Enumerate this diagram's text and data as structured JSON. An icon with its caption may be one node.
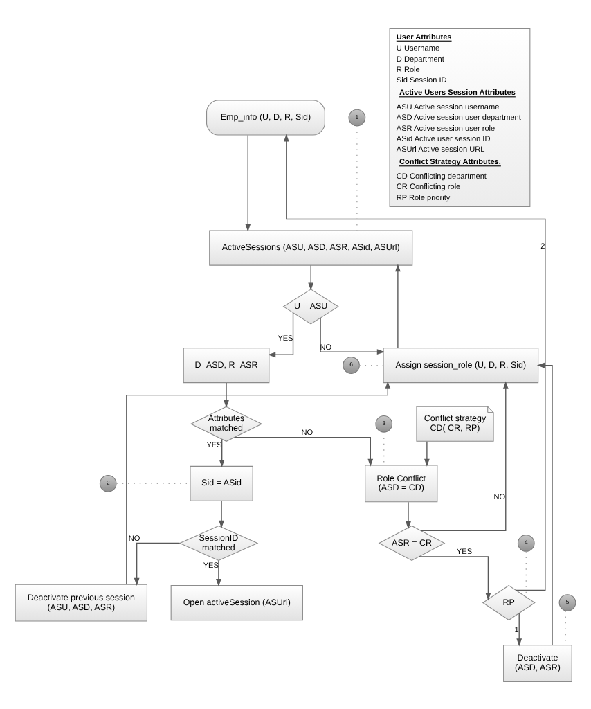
{
  "diagram": {
    "nodes": [
      {
        "text": [
          "Emp_info (U, D, R, Sid)"
        ]
      },
      {
        "text": [
          "1"
        ]
      },
      {
        "text": [
          "ActiveSessions (ASU, ASD, ASR, ASid, ASUrl)"
        ]
      },
      {
        "text": [
          "Assign session_role (U, D, R, Sid)"
        ]
      },
      {
        "text": [
          "U = ASU"
        ]
      },
      {
        "text": [
          "6"
        ]
      },
      {
        "text": [
          "D=ASD, R=ASR"
        ]
      },
      {
        "text": [
          "3"
        ]
      },
      {
        "text": [
          "Role Conflict (ASD = CD)"
        ]
      },
      {
        "text": [
          "Conflict strategy CD( CR, RP)"
        ]
      },
      {
        "text": [
          "Attributes matched"
        ]
      },
      {
        "text": [
          "ASR = CR"
        ]
      },
      {
        "text": [
          "2"
        ]
      },
      {
        "text": [
          "Sid = ASid"
        ]
      },
      {
        "text": [
          "RP"
        ]
      },
      {
        "text": [
          "4"
        ]
      },
      {
        "text": [
          "Deactivate previous session (ASU, ASD, ASR)"
        ]
      },
      {
        "text": [
          "SessionID matched"
        ]
      },
      {
        "text": [
          "Deactivate (ASD, ASR)"
        ]
      },
      {
        "text": [
          "5"
        ]
      },
      {
        "text": [
          "Open activeSession (ASUrl)"
        ]
      },
      {
        "text": [
          "User Attributes",
          "U Username",
          "D Department",
          "R Role",
          "Sid Session ID",
          "Active Users Session Attributes",
          "ASU Active session username",
          "ASD Active session user department",
          "ASR Active session user role",
          "ASid Active user session ID",
          "ASUrl Active session URL",
          "Conflict Strategy Attributes.",
          "CD Conflicting department",
          "CR Conflicting role",
          "RP Role priority"
        ]
      }
    ],
    "edges": [
      {
        "from": 0,
        "to": 2,
        "arrow": "to"
      },
      {
        "from": 1,
        "to": 2,
        "arrow": "none",
        "style": "dashed",
        "color": "#a6a6a6"
      },
      {
        "from": 2,
        "to": 4,
        "arrow": "to"
      },
      {
        "from": 4,
        "to": 3,
        "arrow": "to",
        "label": "NO"
      },
      {
        "from": 4,
        "to": 6,
        "arrow": "to",
        "label": "YES"
      },
      {
        "from": 3,
        "to": 2,
        "arrow": "to"
      },
      {
        "from": 5,
        "to": 3,
        "arrow": "none",
        "style": "dashed",
        "color": "#a6a6a6"
      },
      {
        "from": 6,
        "to": 10,
        "arrow": "to"
      },
      {
        "from": 10,
        "to": 8,
        "arrow": "to",
        "label": "NO"
      },
      {
        "from": 10,
        "to": 13,
        "arrow": "to",
        "label": "YES"
      },
      {
        "from": 7,
        "to": 8,
        "arrow": "none",
        "style": "dashed",
        "color": "#a6a6a6"
      },
      {
        "from": 9,
        "to": 8,
        "arrow": "to"
      },
      {
        "from": 8,
        "to": 11,
        "arrow": "to"
      },
      {
        "from": 11,
        "to": 3,
        "arrow": "to",
        "label": "NO"
      },
      {
        "from": 11,
        "to": 14,
        "arrow": "to",
        "label": "YES"
      },
      {
        "from": 12,
        "to": 13,
        "arrow": "none",
        "style": "dashed",
        "color": "#a6a6a6"
      },
      {
        "from": 14,
        "to": 18,
        "arrow": "to",
        "label": "1"
      },
      {
        "from": 14,
        "to": 0,
        "arrow": "to",
        "label": "2"
      },
      {
        "from": 15,
        "to": 14,
        "arrow": "none",
        "style": "dashed",
        "color": "#a6a6a6"
      },
      {
        "from": 13,
        "to": 17,
        "arrow": "to"
      },
      {
        "from": 17,
        "to": 16,
        "arrow": "to",
        "label": "NO"
      },
      {
        "from": 17,
        "to": 20,
        "arrow": "to",
        "label": "YES"
      },
      {
        "from": 16,
        "to": 3,
        "arrow": "to"
      },
      {
        "from": 18,
        "to": 3,
        "arrow": "to"
      },
      {
        "from": 19,
        "to": 18,
        "arrow": "none",
        "style": "dashed",
        "color": "#a6a6a6"
      }
    ]
  }
}
